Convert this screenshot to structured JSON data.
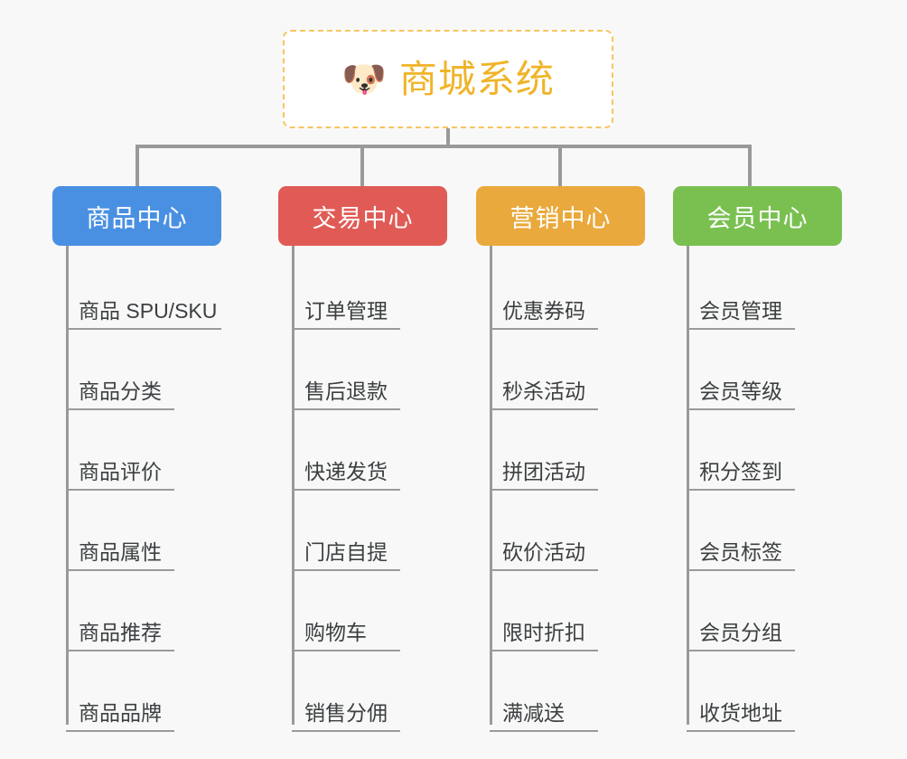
{
  "diagram": {
    "type": "organization-tree",
    "background_color": "#f8f8f8",
    "connector_color": "#999999",
    "root": {
      "icon": "shiba-dog-face-icon",
      "emoji": "🐶",
      "title": "商城系统",
      "text_color": "#f0b429",
      "border_color": "#f6c660",
      "border_style": "dashed",
      "background_color": "#ffffff"
    },
    "columns": [
      {
        "header": "商品中心",
        "color": "#4a90e2",
        "items": [
          "商品 SPU/SKU",
          "商品分类",
          "商品评价",
          "商品属性",
          "商品推荐",
          "商品品牌"
        ]
      },
      {
        "header": "交易中心",
        "color": "#e15b56",
        "items": [
          "订单管理",
          "售后退款",
          "快递发货",
          "门店自提",
          "购物车",
          "销售分佣"
        ]
      },
      {
        "header": "营销中心",
        "color": "#e9a93c",
        "items": [
          "优惠券码",
          "秒杀活动",
          "拼团活动",
          "砍价活动",
          "限时折扣",
          "满减送"
        ]
      },
      {
        "header": "会员中心",
        "color": "#79c051",
        "items": [
          "会员管理",
          "会员等级",
          "积分签到",
          "会员标签",
          "会员分组",
          "收货地址"
        ]
      }
    ]
  }
}
